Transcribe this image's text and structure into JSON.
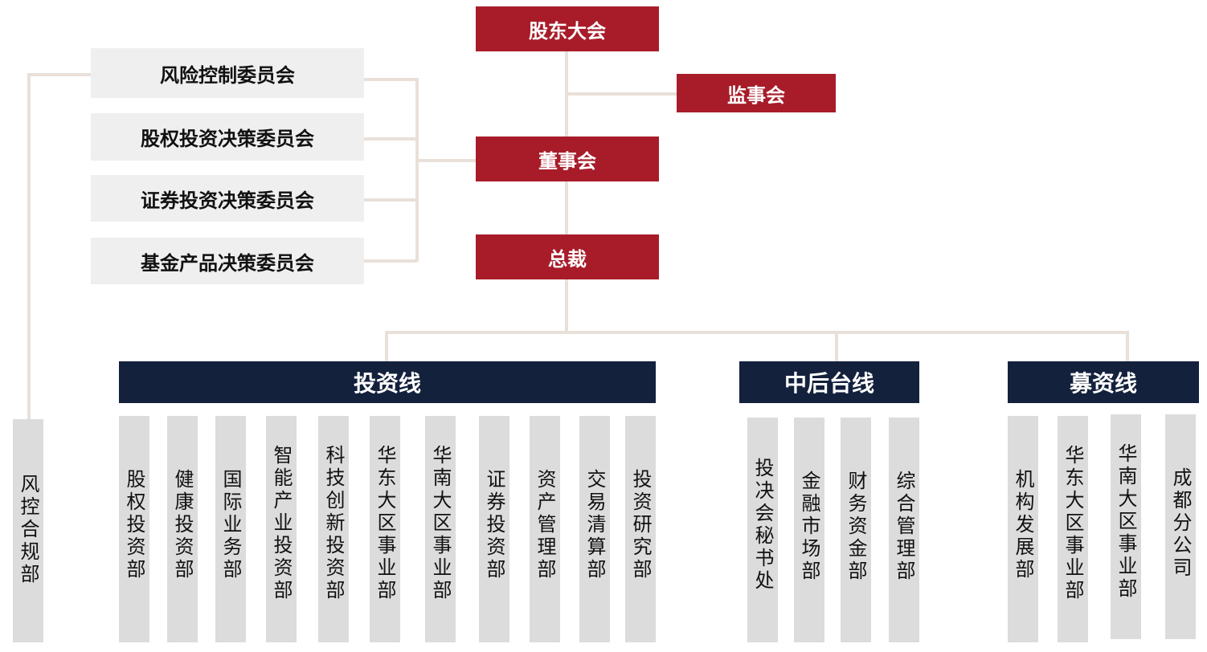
{
  "top": {
    "shareholders": "股东大会",
    "supervisors": "监事会",
    "board": "董事会",
    "president": "总裁"
  },
  "committees": [
    "风险控制委员会",
    "股权投资决策委员会",
    "证券投资决策委员会",
    "基金产品决策委员会"
  ],
  "risk_dept": "风控合规部",
  "lines": {
    "investment": {
      "title": "投资线",
      "departments": [
        "股权投资部",
        "健康投资部",
        "国际业务部",
        "智能产业投资部",
        "科技创新投资部",
        "华东大区事业部",
        "华南大区事业部",
        "证券投资部",
        "资产管理部",
        "交易清算部",
        "投资研究部"
      ]
    },
    "middle_back": {
      "title": "中后台线",
      "departments": [
        "投决会秘书处",
        "金融市场部",
        "财务资金部",
        "综合管理部"
      ]
    },
    "fundraising": {
      "title": "募资线",
      "departments": [
        "机构发展部",
        "华东大区事业部",
        "华南大区事业部",
        "成都分公司"
      ]
    }
  },
  "colors": {
    "red": "#a81c2a",
    "navy": "#13213d",
    "grey_box": "#efefef",
    "dept_box": "#dcdcdc",
    "connector": "#e9e0d9"
  }
}
